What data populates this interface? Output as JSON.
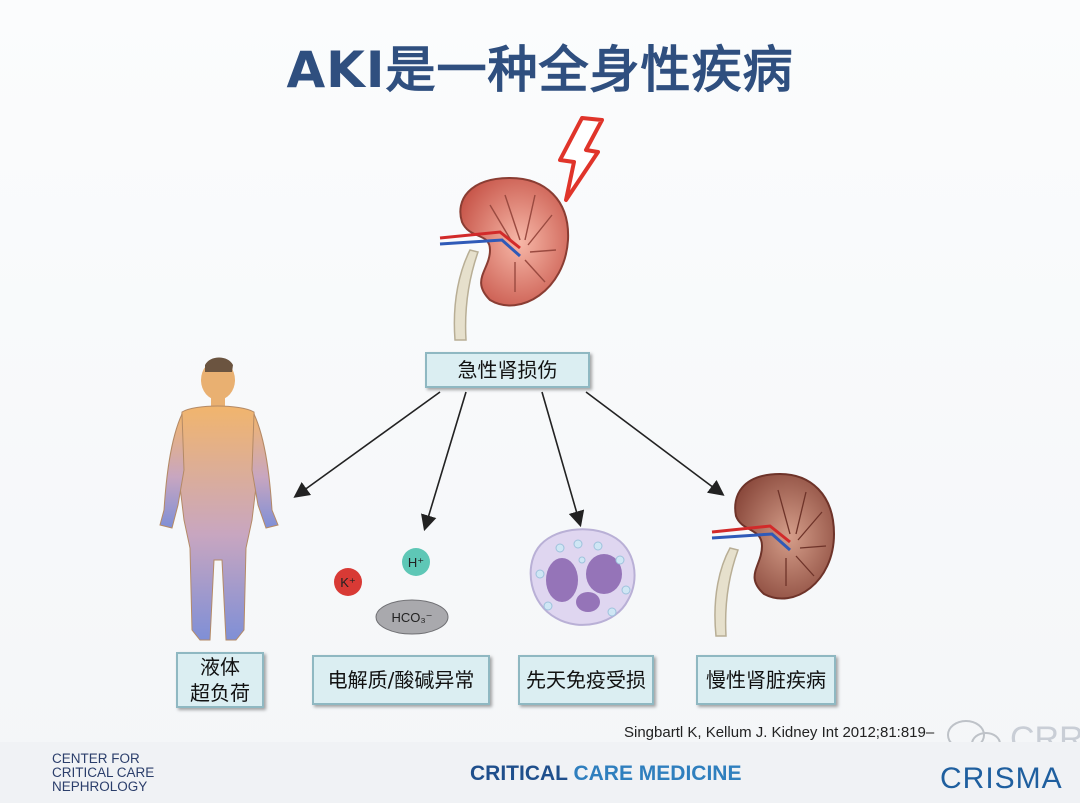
{
  "title": "AKI是一种全身性疾病",
  "center_node": "急性肾损伤",
  "outcomes": {
    "fluid_line1": "液体",
    "fluid_line2": "超负荷",
    "electrolyte": "电解质/酸碱异常",
    "immune": "先天免疫受损",
    "ckd": "慢性肾脏疾病"
  },
  "ions": {
    "k": "K⁺",
    "h": "H⁺",
    "hco3": "HCO₃⁻"
  },
  "citation": "Singbartl K, Kellum J. Kidney Int 2012;81:819–",
  "footer": {
    "ccn_line1": "CENTER FOR",
    "ccn_line2": "CRITICAL CARE",
    "ccn_line3": "NEPHROLOGY",
    "ccm_part1": "CRITICAL ",
    "ccm_part2": "CARE MEDICINE",
    "crisma": "CRISMA",
    "watermark": "CRR"
  },
  "colors": {
    "title": "#2f4f7f",
    "box_fill": "#dbeef2",
    "lightning": "#e0342a"
  }
}
